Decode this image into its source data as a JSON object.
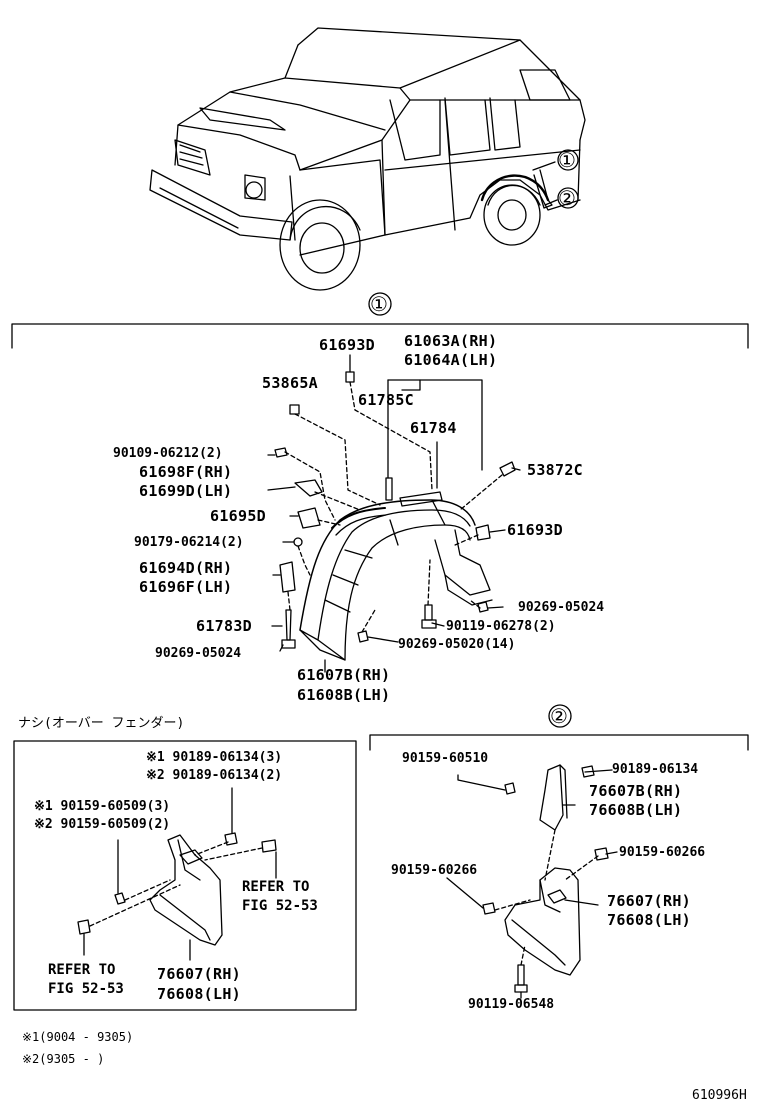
{
  "callouts": {
    "fender": "①",
    "mudguard": "②",
    "car_1": "①",
    "car_2": "②"
  },
  "fender": {
    "p_61693D_top": "61693D",
    "p_61063A": "61063A(RH)",
    "p_61064A": "61064A(LH)",
    "p_53865A": "53865A",
    "p_61785C": "61785C",
    "p_61784": "61784",
    "p_90109": "90109-06212(2)",
    "p_61698F": "61698F(RH)",
    "p_61699D": "61699D(LH)",
    "p_53872C": "53872C",
    "p_61695D": "61695D",
    "p_61693D_right": "61693D",
    "p_90179": "90179-06214(2)",
    "p_61694D": "61694D(RH)",
    "p_61696F": "61696F(LH)",
    "p_90269_05024_r": "90269-05024",
    "p_90119_06278": "90119-06278(2)",
    "p_61783D": "61783D",
    "p_90269_05020": "90269-05020(14)",
    "p_90269_05024_l": "90269-05024",
    "p_61607B": "61607B(RH)",
    "p_61608B": "61608B(LH)"
  },
  "left_box": {
    "title": "ナシ(オーバー フェンダー)",
    "n1_90189": "※1 90189-06134(3)",
    "n2_90189": "※2 90189-06134(2)",
    "n1_90159": "※1 90159-60509(3)",
    "n2_90159": "※2 90159-60509(2)",
    "refer_r1": "REFER TO",
    "refer_r2": "FIG 52-53",
    "refer_l1": "REFER TO",
    "refer_l2": "FIG 52-53",
    "p_76607": "76607(RH)",
    "p_76608": "76608(LH)"
  },
  "right_box": {
    "p_90159_60510": "90159-60510",
    "p_90189_06134": "90189-06134",
    "p_76607B": "76607B(RH)",
    "p_76608B": "76608B(LH)",
    "p_90159_60266_r": "90159-60266",
    "p_90159_60266_l": "90159-60266",
    "p_76607": "76607(RH)",
    "p_76608": "76608(LH)",
    "p_90119_06548": "90119-06548"
  },
  "notes": {
    "n1": "※1(9004 - 9305)",
    "n2": "※2(9305 -      )"
  },
  "figure_id": "610996H"
}
